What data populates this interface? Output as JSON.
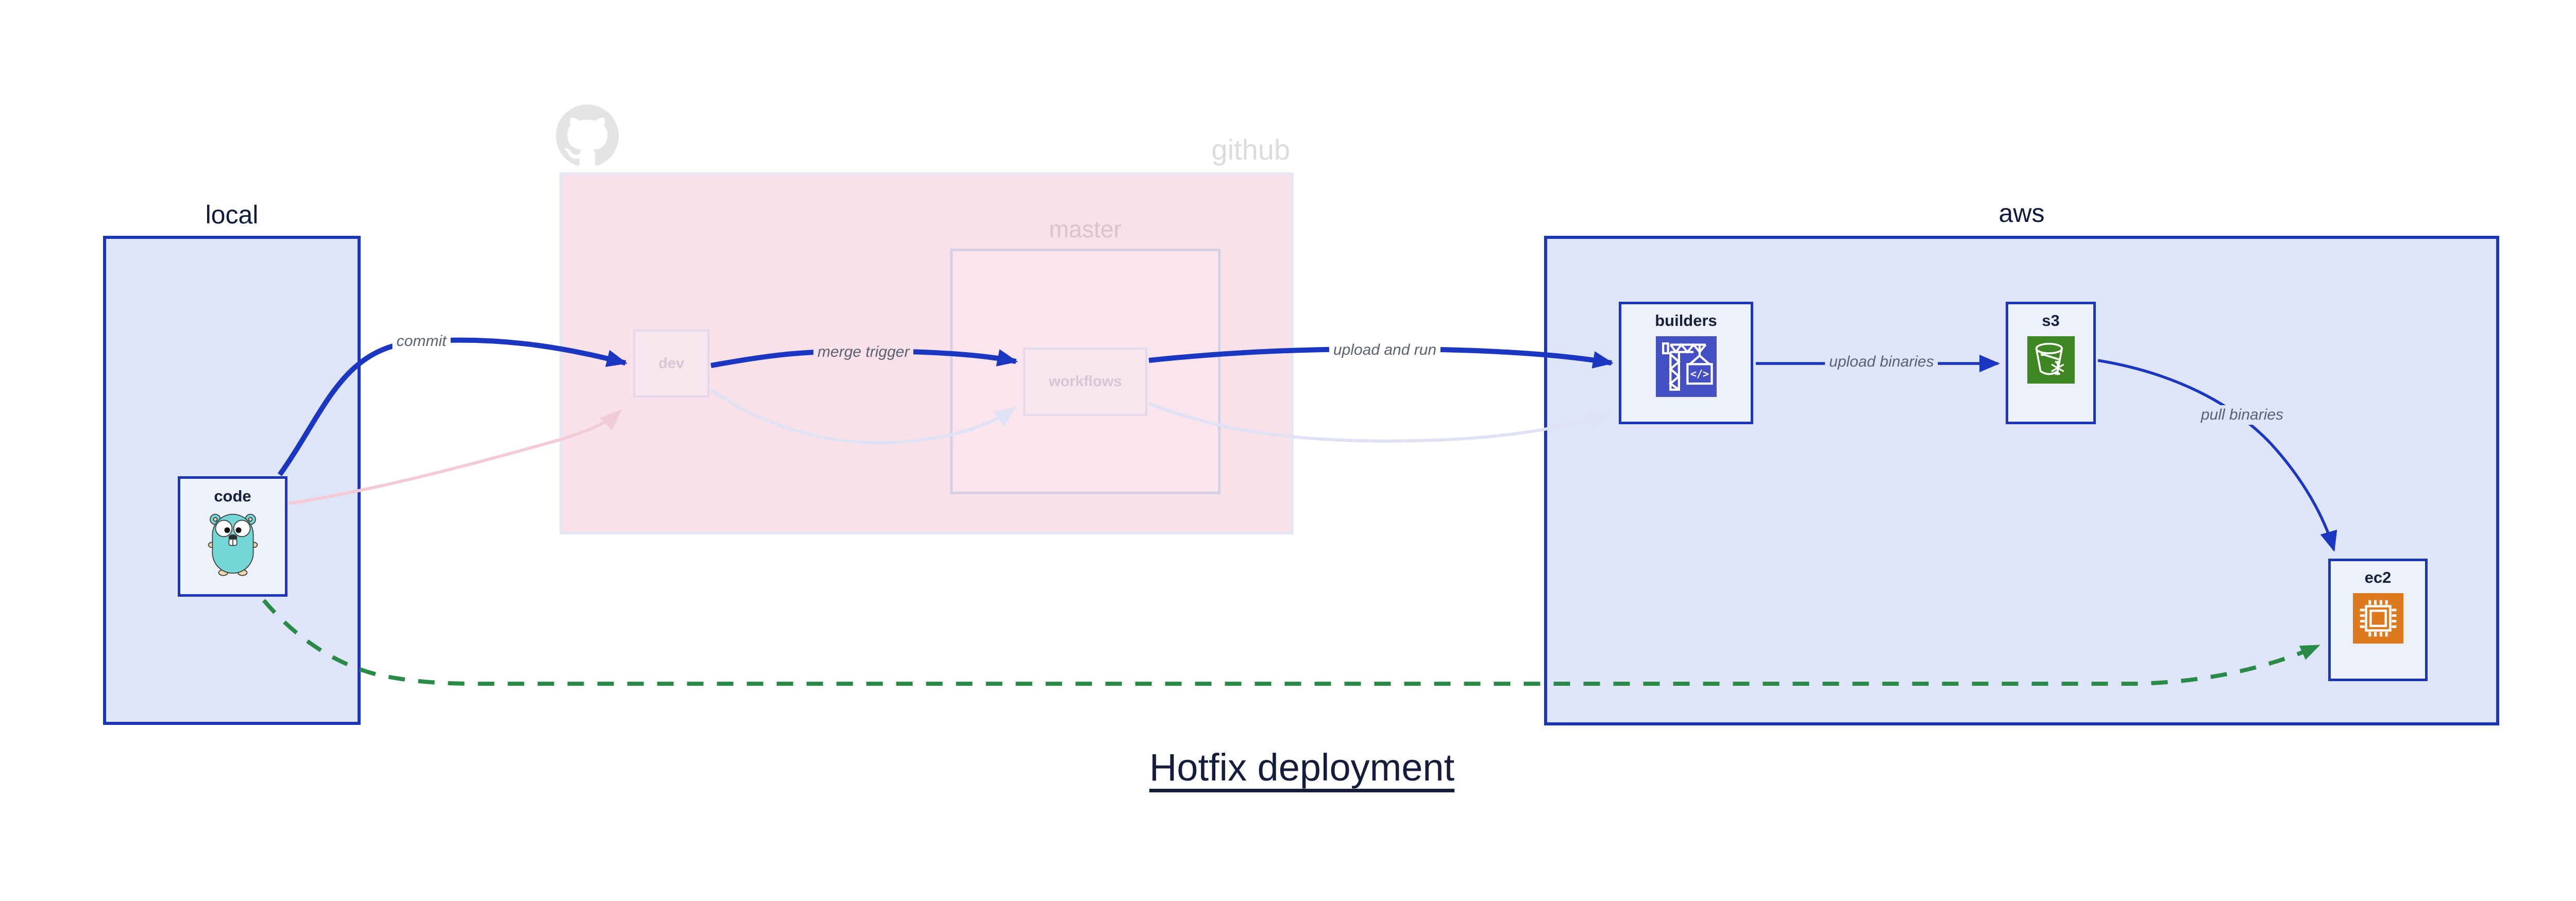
{
  "diagram": {
    "title": "Hotfix deployment",
    "containers": {
      "local": {
        "label": "local"
      },
      "github": {
        "label": "github",
        "logo_icon": "github-octocat-icon",
        "branch_box": {
          "label": "master"
        }
      },
      "aws": {
        "label": "aws"
      }
    },
    "nodes": {
      "code": {
        "label": "code",
        "icon": "go-gopher-icon"
      },
      "dev": {
        "label": "dev",
        "state": "faded"
      },
      "workflows": {
        "label": "workflows",
        "state": "faded"
      },
      "builders": {
        "label": "builders",
        "icon": "aws-codebuild-crane-icon",
        "icon_bg": "#444fc4"
      },
      "s3": {
        "label": "s3",
        "icon": "aws-s3-glacier-bucket-icon",
        "icon_bg": "#3e8624"
      },
      "ec2": {
        "label": "ec2",
        "icon": "aws-ec2-chip-icon",
        "icon_bg": "#dd7a20"
      }
    },
    "edges": {
      "commit": {
        "label": "commit",
        "from": "code",
        "to": "dev",
        "style": "thick-blue"
      },
      "merge_trigger": {
        "label": "merge trigger",
        "from": "dev",
        "to": "workflows",
        "style": "thick-blue"
      },
      "upload_and_run": {
        "label": "upload and run",
        "from": "workflows",
        "to": "builders",
        "style": "thick-blue"
      },
      "upload_binaries": {
        "label": "upload binaries",
        "from": "builders",
        "to": "s3",
        "style": "blue"
      },
      "pull_binaries": {
        "label": "pull binaries",
        "from": "s3",
        "to": "ec2",
        "style": "blue"
      },
      "hotfix_path": {
        "label": "",
        "from": "code",
        "to": "ec2",
        "style": "green-dashed"
      },
      "faded_commit": {
        "label": "",
        "from": "code",
        "to": "dev",
        "style": "faded-pink"
      },
      "faded_merge": {
        "label": "",
        "from": "dev",
        "to": "workflows",
        "style": "faded-lavender"
      },
      "faded_upload_and_run": {
        "label": "",
        "from": "workflows",
        "to": "builders",
        "style": "faded-lavender"
      }
    },
    "colors": {
      "highlight_blue": "#1b36c0",
      "container_border_blue": "#1b36b8",
      "container_fill_blue": "#dfe5f9",
      "node_fill": "#edf1fb",
      "github_fill": "#f8e1e8",
      "master_border": "#d6d0e6",
      "faded_pink_edge": "#f2cbd6",
      "faded_lavender_edge": "#dfe2f4",
      "green_dashed_edge": "#2a8a48",
      "codebuild_icon_bg": "#444fc4",
      "s3_glacier_icon_bg": "#3e8624",
      "ec2_icon_bg": "#dd7a20",
      "gopher_teal": "#74d6d5"
    }
  }
}
